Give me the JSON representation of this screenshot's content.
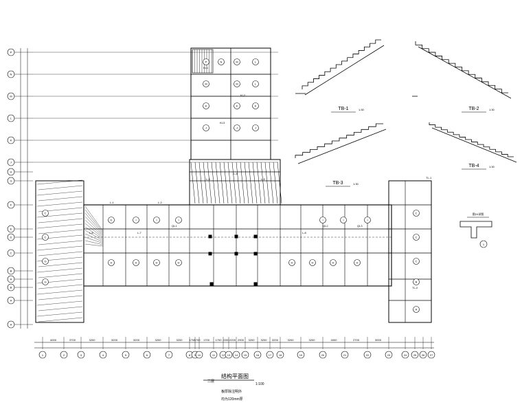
{
  "drawing": {
    "title_prefix": "二层",
    "title": "结构平面图",
    "scale": "1:100",
    "notes": [
      "板厚除注明外",
      "均为120mm厚"
    ]
  },
  "grid": {
    "vertical_labels": [
      "1",
      "2",
      "3",
      "4",
      "5",
      "6",
      "7",
      "8",
      "9",
      "10",
      "11",
      "12",
      "13",
      "14",
      "15",
      "16",
      "17",
      "18",
      "19",
      "20",
      "21",
      "22",
      "23",
      "24",
      "25",
      "26",
      "27"
    ],
    "horizontal_labels": [
      "P",
      "N",
      "M",
      "L",
      "K",
      "J",
      "H",
      "G",
      "F",
      "E",
      "D",
      "C",
      "B",
      "A",
      "B",
      "A",
      "A"
    ],
    "bottom_dimensions": [
      "4000",
      "3700",
      "3200",
      "3200",
      "3200",
      "3200",
      "3200",
      "1700",
      "1700",
      "1700",
      "1700",
      "2200",
      "2200",
      "2900",
      "3200",
      "3200",
      "3200",
      "3200",
      "3200",
      "4000",
      "2700",
      "3000"
    ]
  },
  "stair_sections": [
    {
      "label": "TB-1",
      "scale": "1:30"
    },
    {
      "label": "TB-2",
      "scale": "1:30"
    },
    {
      "label": "TB-3",
      "scale": "1:30"
    },
    {
      "label": "TB-4",
      "scale": "1:30"
    }
  ],
  "detail": {
    "label": "图24详图",
    "ref": "1"
  },
  "slab_marks": [
    "A",
    "B",
    "C",
    "D",
    "E",
    "F",
    "G",
    "H",
    "I",
    "J",
    "K",
    "L",
    "M",
    "N",
    "P"
  ],
  "beam_tags": [
    "L-1",
    "L-2",
    "L-3",
    "L-4",
    "L-5",
    "L-6",
    "L-7",
    "L-8",
    "QL1",
    "QL2",
    "QL3",
    "KL1",
    "KL2",
    "KL3",
    "TL-1",
    "TL-2"
  ]
}
